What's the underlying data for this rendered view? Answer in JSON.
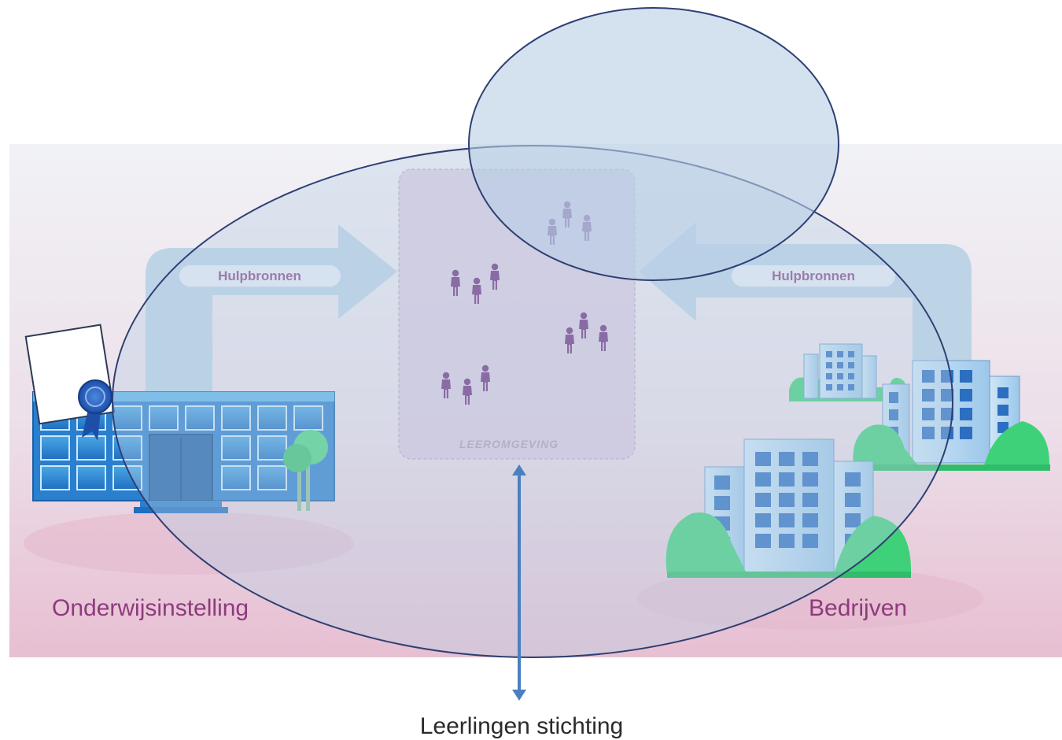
{
  "labels": {
    "left_arrow_pill": "Hulpbronnen",
    "right_arrow_pill": "Hulpbronnen",
    "learning_environment": "LEEROMGEVING",
    "left_org": "Onderwijsinstelling",
    "right_org": "Bedrijven",
    "bottom_caption": "Leerlingen stichting"
  },
  "icons": {
    "school": "school-building-icon",
    "certificate": "certificate-with-ribbon-icon",
    "companies": "office-buildings-icon",
    "students": "student-figures-icon"
  },
  "colors": {
    "text_purple": "#8e3a7e",
    "ellipse_fill": "#b8cfe6",
    "ellipse_stroke": "#2f3f73",
    "arrow_blue": "#b9d3e6",
    "connector_arrow": "#4a7fc0",
    "figure_purple": "#6e2f7e",
    "tree_green": "#3fd17a"
  }
}
